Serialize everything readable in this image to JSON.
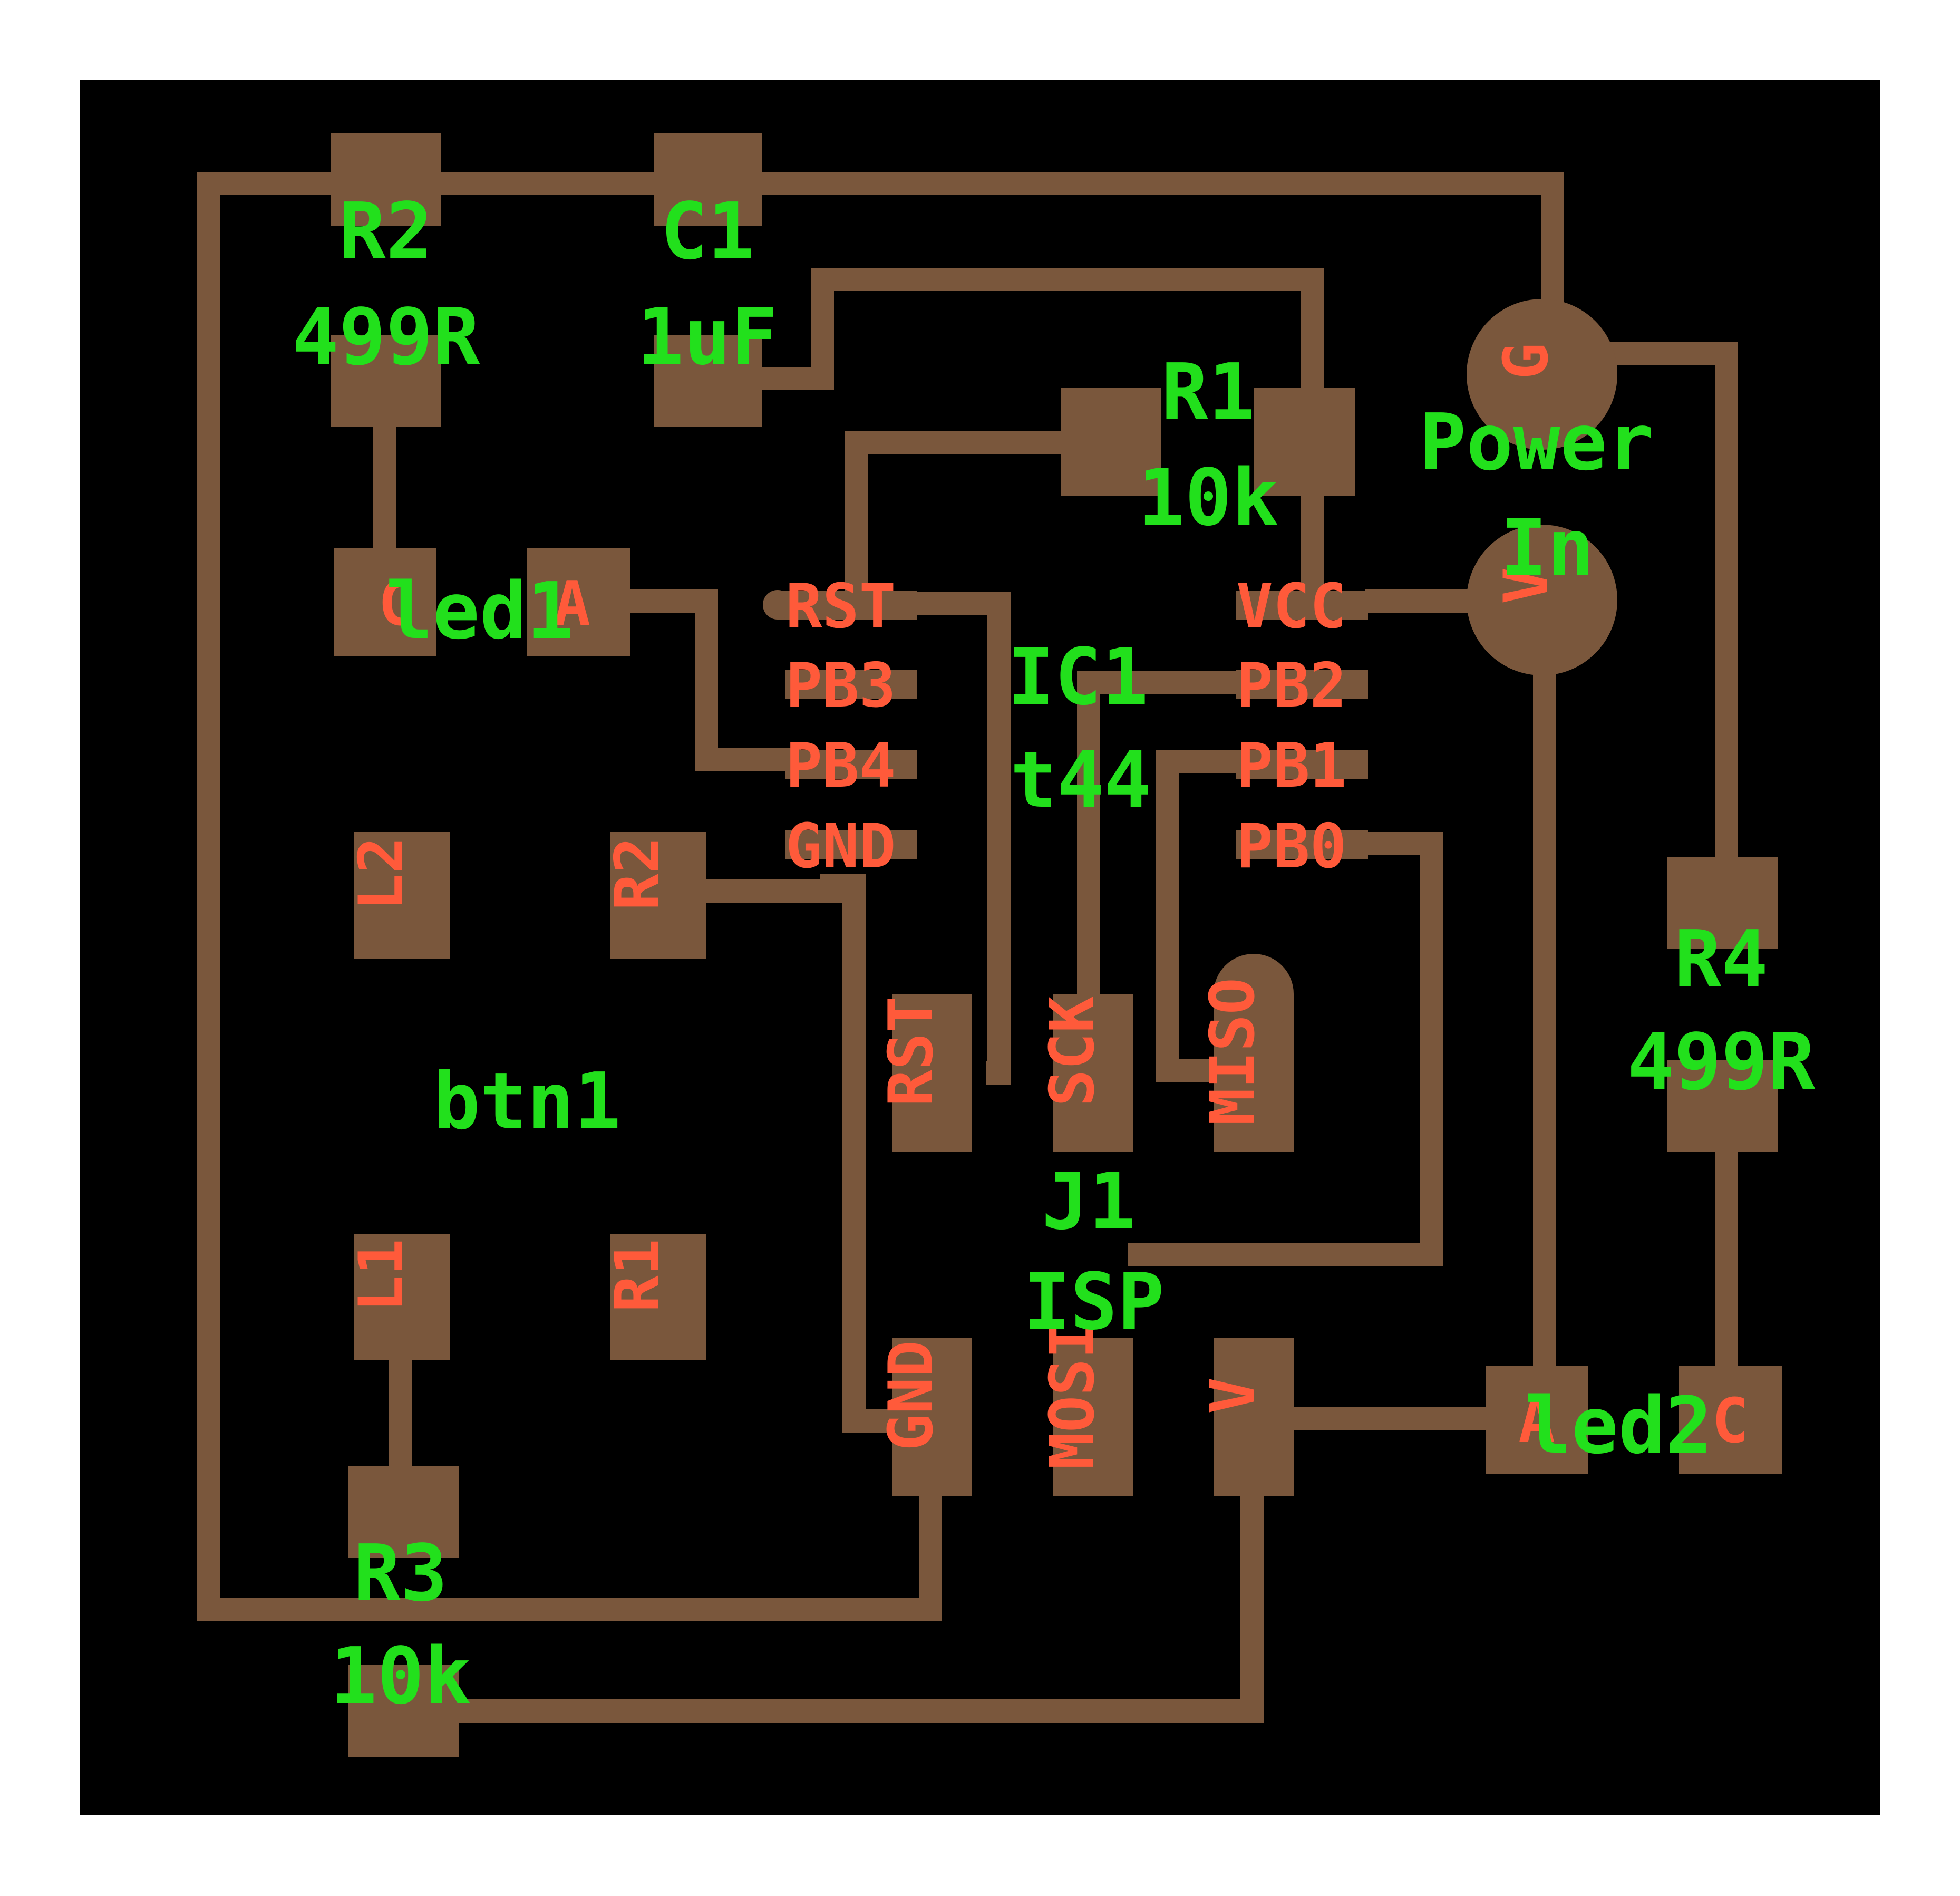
{
  "colors": {
    "page_background": "#ffffff",
    "board": "#000000",
    "copper": "#7a573c",
    "pad_label": "#ff5a3a",
    "component_label": "#22e01c"
  },
  "components": {
    "r2": {
      "name": "R2",
      "value": "499R"
    },
    "c1": {
      "name": "C1",
      "value": "1uF"
    },
    "r1": {
      "name": "R1",
      "value": "10k"
    },
    "power": {
      "name": "Power",
      "value": "In",
      "pads": {
        "ground": "G",
        "vcc": "V"
      }
    },
    "led1": {
      "name": "led1",
      "pads": {
        "cathode": "C",
        "anode": "A"
      }
    },
    "ic1": {
      "name": "IC1",
      "value": "t44",
      "pins_left": [
        "RST",
        "PB3",
        "PB4",
        "GND"
      ],
      "pins_right": [
        "VCC",
        "PB2",
        "PB1",
        "PB0"
      ]
    },
    "btn1": {
      "name": "btn1",
      "pads": {
        "l2": "L2",
        "r2": "R2",
        "l1": "L1",
        "r1": "R1"
      }
    },
    "j1": {
      "name": "J1",
      "value": "ISP",
      "pads": {
        "rst": "RST",
        "sck": "SCK",
        "miso": "MISO",
        "gnd": "GND",
        "mosi": "MOSI",
        "vcc": "V"
      }
    },
    "r4": {
      "name": "R4",
      "value": "499R"
    },
    "r3": {
      "name": "R3",
      "value": "10k"
    },
    "led2": {
      "name": "led2",
      "pads": {
        "anode": "A",
        "cathode": "C"
      }
    }
  }
}
